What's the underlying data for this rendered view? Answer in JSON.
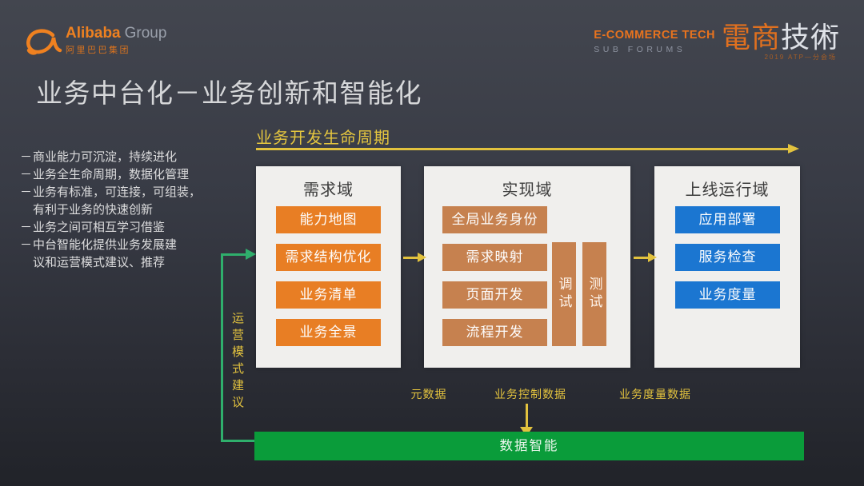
{
  "colors": {
    "background_top": "#43464f",
    "background_bottom": "#212329",
    "accent_orange": "#e87e24",
    "accent_salmon": "#c6814f",
    "accent_blue": "#1b76d1",
    "accent_yellow": "#e2c23e",
    "green_bar": "#0a9c3a",
    "green_line": "#2faf6c",
    "panel_bg": "#f0efed"
  },
  "header": {
    "logo": {
      "mark_icon": "alibaba-a-mark",
      "name": "Alibaba",
      "suffix": "Group",
      "chinese": "阿里巴巴集团"
    },
    "event": {
      "line1": "E-COMMERCE TECH",
      "line2": "SUB FORUMS",
      "cn_orange": "電商",
      "cn_white": "技術",
      "subtext": "2019 ATP—分会场"
    }
  },
  "title": "业务中台化－业务创新和智能化",
  "bullets": {
    "dash": "－",
    "items": [
      "商业能力可沉淀，持续进化",
      "业务全生命周期，数据化管理",
      "业务有标准，可连接，可组装，\n有利于业务的快速创新",
      "业务之间可相互学习借鉴",
      "中台智能化提供业务发展建\n议和运营模式建议、推荐"
    ]
  },
  "lifecycle": {
    "heading": "业务开发生命周期"
  },
  "columns": [
    {
      "title": "需求域",
      "items": [
        "能力地图",
        "需求结构优化",
        "业务清单",
        "业务全景"
      ]
    },
    {
      "title": "实现域",
      "items": [
        "全局业务身份",
        "需求映射",
        "页面开发",
        "流程开发"
      ],
      "side_items": [
        "调试",
        "测试"
      ]
    },
    {
      "title": "上线运行域",
      "items": [
        "应用部署",
        "服务检查",
        "业务度量"
      ]
    }
  ],
  "feedback": {
    "label": "运营模式建议"
  },
  "data_flow": {
    "labels": [
      "元数据",
      "业务控制数据",
      "业务度量数据"
    ],
    "bar": "数据智能"
  }
}
